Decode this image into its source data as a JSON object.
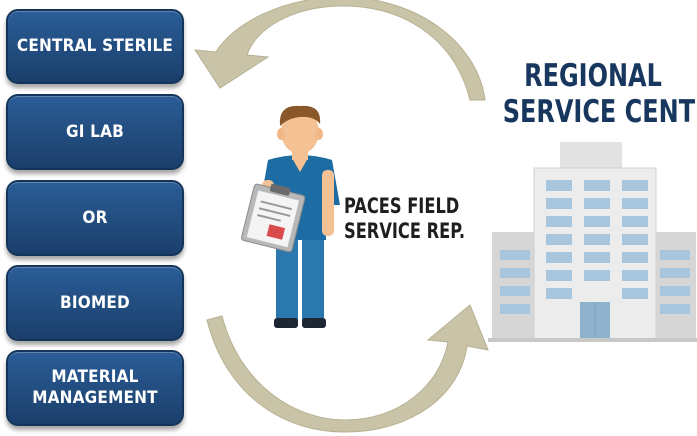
{
  "departments": [
    {
      "label": "CENTRAL STERILE"
    },
    {
      "label": "GI LAB"
    },
    {
      "label": "OR"
    },
    {
      "label": "BIOMED"
    },
    {
      "label": "MATERIAL\nMANAGEMENT"
    }
  ],
  "field_rep": {
    "line1": "PACES FIELD",
    "line2": "SERVICE REP."
  },
  "service_center": {
    "line1": "REGIONAL",
    "line2": "SERVICE CENTER"
  },
  "colors": {
    "dept_box": "#1f4a7c",
    "arrow": "#c9c4a7",
    "title": "#17375e",
    "building": "#dcdcdc",
    "window": "#a7c6de"
  },
  "icons": {
    "technician": "person-with-clipboard-icon",
    "building": "office-building-icon",
    "arrows": "cycle-arrows-icon"
  }
}
